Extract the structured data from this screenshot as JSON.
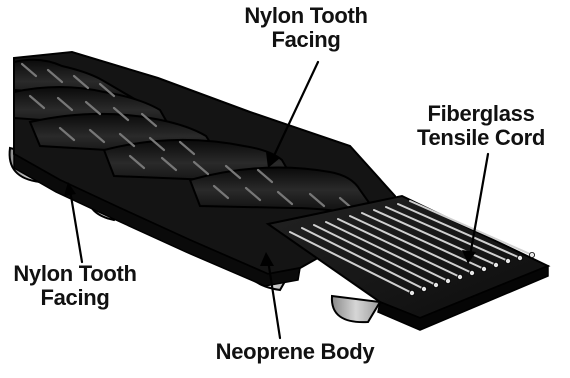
{
  "labels": {
    "top_line1": "Nylon Tooth",
    "top_line2": "Facing",
    "fiberglass_line1": "Fiberglass",
    "fiberglass_line2": "Tensile Cord",
    "left_line1": "Nylon Tooth",
    "left_line2": "Facing",
    "body": "Neoprene Body"
  },
  "colors": {
    "belt": "#1b1b1b",
    "belt_dark": "#070707",
    "highlight": "#6e6e6e",
    "tooth_underside": "#bdbdbd",
    "cord": "#cfcfcf",
    "text": "#111111"
  },
  "icons": {
    "belt": "timing-belt-illustration",
    "callout": "leader-line"
  }
}
